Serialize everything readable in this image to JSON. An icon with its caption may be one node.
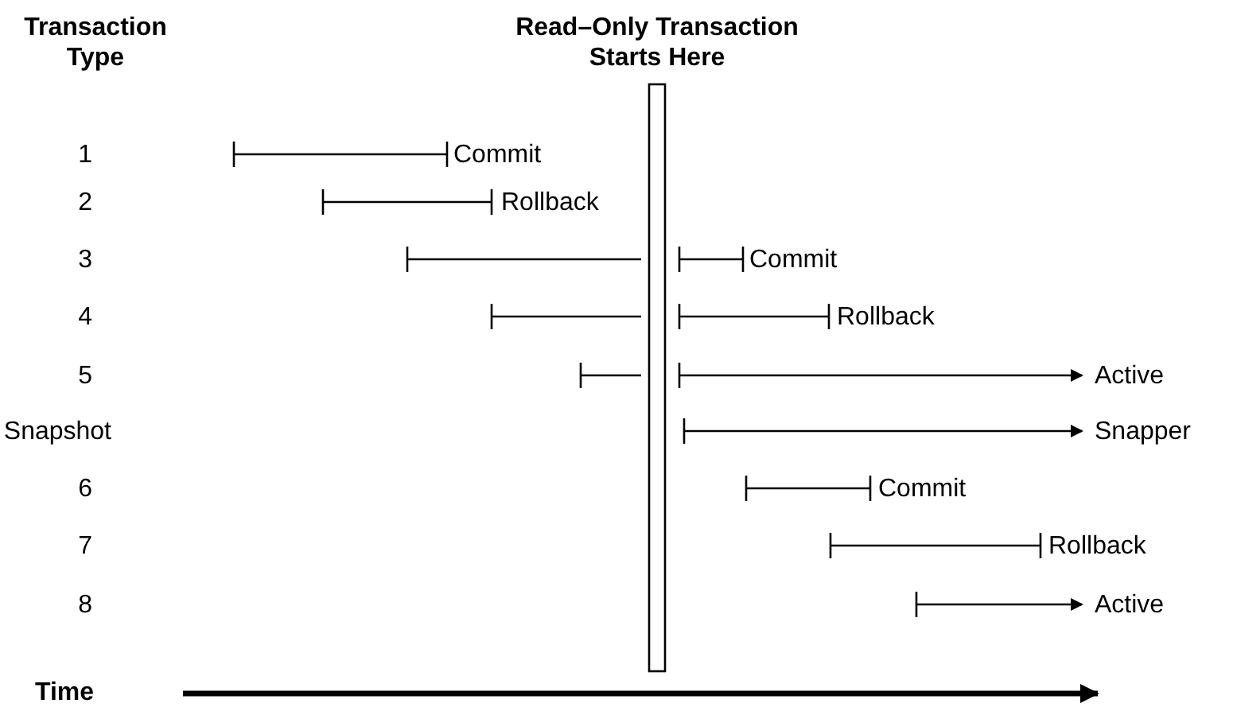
{
  "diagram": {
    "labels": [
      "Transaction Type",
      "Read–Only Transaction Starts Here",
      "1",
      "Commit",
      "2",
      "Rollback",
      "3",
      "Commit",
      "4",
      "Rollback",
      "5",
      "Active",
      "Snapshot",
      "Snapper",
      "6",
      "Commit",
      "7",
      "Rollback",
      "8",
      "Active",
      "Time"
    ]
  }
}
